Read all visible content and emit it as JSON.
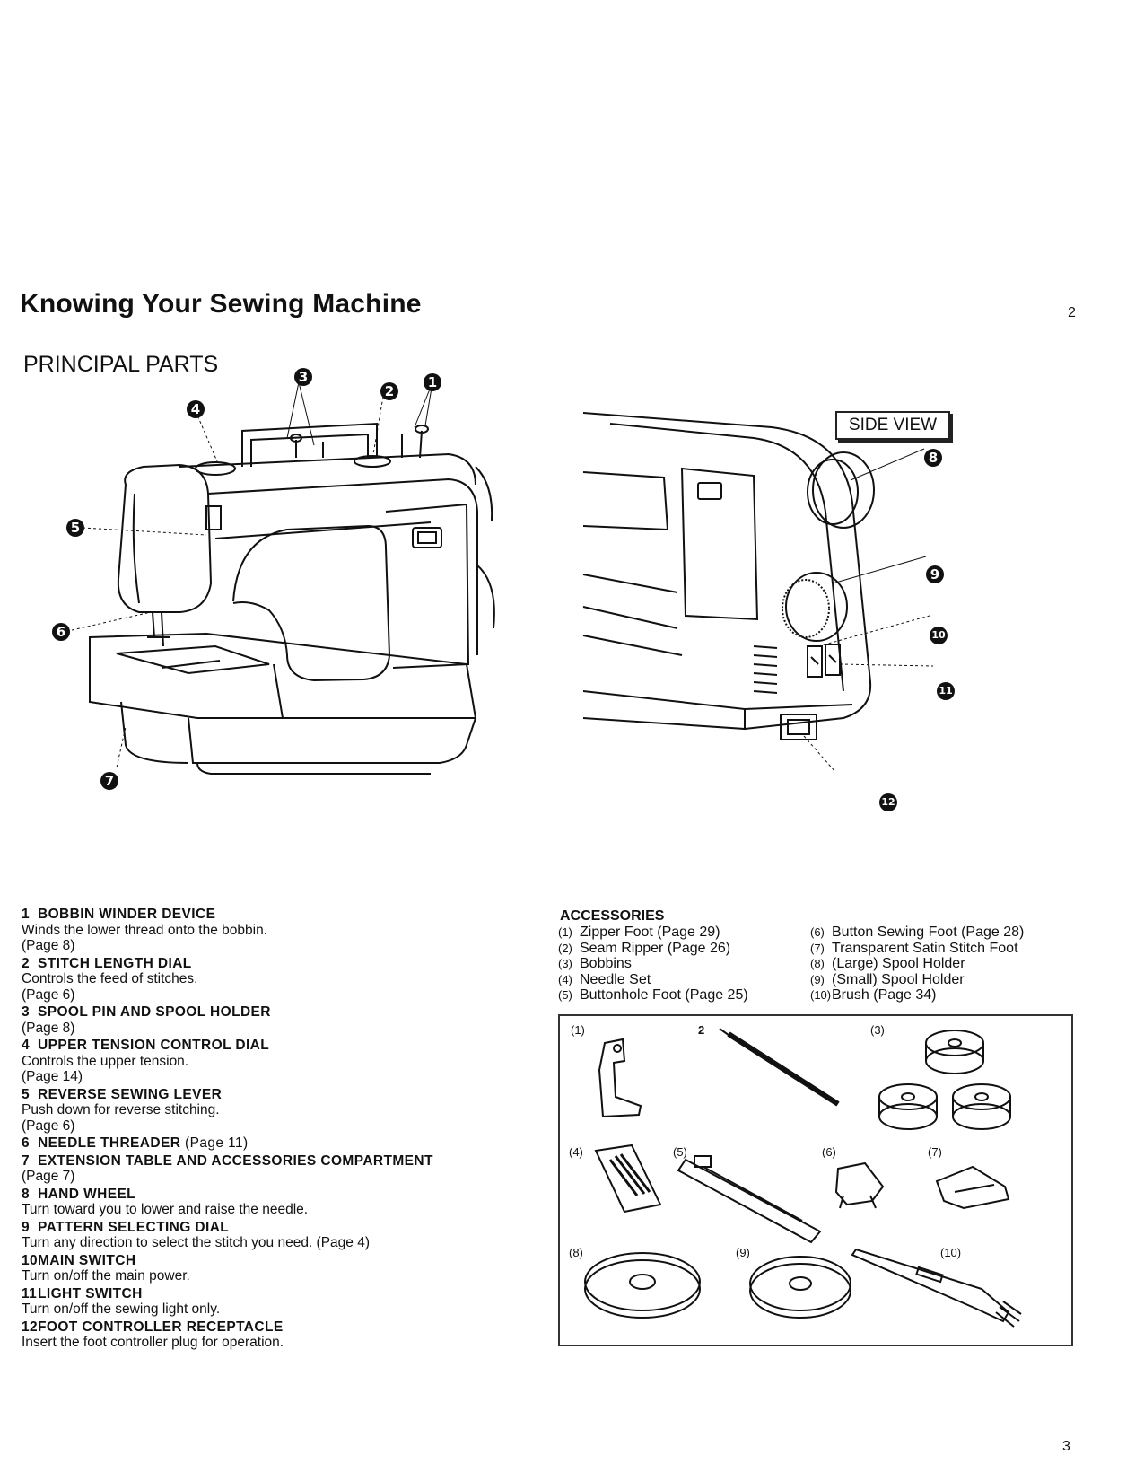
{
  "header": {
    "title": "Knowing Your Sewing Machine",
    "page_top": "2",
    "subtitle": "PRINCIPAL PARTS",
    "page_bottom": "3"
  },
  "diagram": {
    "side_view_label": "SIDE VIEW",
    "callouts": [
      "1",
      "2",
      "3",
      "4",
      "5",
      "6",
      "7",
      "8",
      "9",
      "10",
      "11",
      "12"
    ]
  },
  "parts": [
    {
      "num": "1",
      "title": "BOBBIN WINDER DEVICE",
      "desc": [
        "Winds the lower thread onto the bobbin.",
        "(Page 8)"
      ]
    },
    {
      "num": "2",
      "title": "STITCH LENGTH DIAL",
      "desc": [
        "Controls the feed of stitches.",
        "(Page 6)"
      ]
    },
    {
      "num": "3",
      "title": "SPOOL PIN AND SPOOL HOLDER",
      "desc": [
        "(Page 8)"
      ]
    },
    {
      "num": "4",
      "title": "UPPER TENSION CONTROL DIAL",
      "desc": [
        "Controls the upper tension.",
        "(Page 14)"
      ]
    },
    {
      "num": "5",
      "title": "REVERSE SEWING LEVER",
      "desc": [
        "Push down for reverse stitching.",
        "(Page 6)"
      ]
    },
    {
      "num": "6",
      "title": "NEEDLE THREADER",
      "title_extra": "(Page 11)",
      "desc": []
    },
    {
      "num": "7",
      "title": "EXTENSION TABLE AND ACCESSORIES COMPARTMENT",
      "desc": [
        "(Page 7)"
      ]
    },
    {
      "num": "8",
      "title": "HAND WHEEL",
      "desc": [
        "Turn toward you to lower and raise the needle."
      ]
    },
    {
      "num": "9",
      "title": "PATTERN SELECTING DIAL",
      "desc": [
        "Turn any direction to select the stitch you need. (Page 4)"
      ]
    },
    {
      "num": "10",
      "title": "MAIN SWITCH",
      "desc": [
        "Turn on/off the main power."
      ]
    },
    {
      "num": "11",
      "title": "LIGHT SWITCH",
      "desc": [
        "Turn on/off the sewing light only."
      ]
    },
    {
      "num": "12",
      "title": "FOOT CONTROLLER RECEPTACLE",
      "desc": [
        "Insert the foot controller plug for operation."
      ]
    }
  ],
  "accessories": {
    "heading": "ACCESSORIES",
    "col1": [
      {
        "num": "(1)",
        "label": "Zipper Foot (Page 29)"
      },
      {
        "num": "(2)",
        "label": "Seam Ripper (Page 26)"
      },
      {
        "num": "(3)",
        "label": "Bobbins"
      },
      {
        "num": "(4)",
        "label": "Needle Set"
      },
      {
        "num": "(5)",
        "label": "Buttonhole Foot (Page 25)"
      }
    ],
    "col2": [
      {
        "num": "(6)",
        "label": "Button Sewing Foot (Page 28)"
      },
      {
        "num": "(7)",
        "label": "Transparent Satin Stitch Foot"
      },
      {
        "num": "(8)",
        "label": "(Large) Spool Holder"
      },
      {
        "num": "(9)",
        "label": "(Small) Spool Holder"
      },
      {
        "num": "(10)",
        "label": "Brush (Page 34)"
      }
    ],
    "box_labels": [
      "(1)",
      "2",
      "(3)",
      "(4)",
      "(5)",
      "(6)",
      "(7)",
      "(8)",
      "(9)",
      "(10)"
    ]
  }
}
